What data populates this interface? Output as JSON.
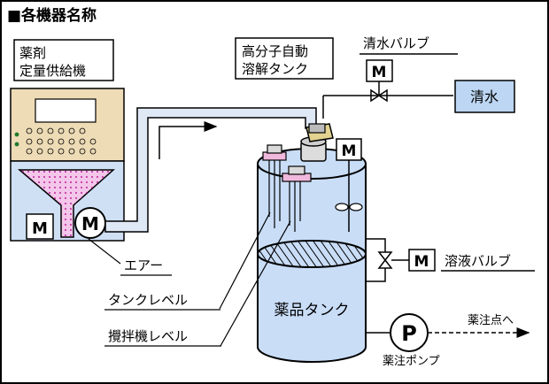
{
  "title": "■各機器名称",
  "feeder": {
    "label_line1": "薬剤",
    "label_line2": "定量供給機",
    "motor_symbol": "M",
    "motor_symbol_small": "M"
  },
  "dissolver": {
    "label_line1": "高分子自動",
    "label_line2": "溶解タンク",
    "motor_symbol": "M"
  },
  "freshwater_valve": {
    "label": "清水バルブ",
    "motor_symbol": "M"
  },
  "freshwater": {
    "label": "清水"
  },
  "solution_valve": {
    "label": "溶液バルブ",
    "motor_symbol": "M"
  },
  "chem_tank": {
    "label": "薬品タンク"
  },
  "pump": {
    "symbol": "P",
    "label": "薬注ポンプ"
  },
  "outlet": {
    "label": "薬注点へ"
  },
  "callouts": {
    "air": "エアー",
    "tank_level": "タンクレベル",
    "agitator_level": "攪拌機レベル"
  },
  "colors": {
    "panel": "#eedcb6",
    "feeder_blue": "#cfe0f5",
    "tank_blue": "#c9ddf7",
    "pink": "#f3c6ea",
    "water_box": "#bcd6f3",
    "pipe": "#dfe9f6"
  }
}
